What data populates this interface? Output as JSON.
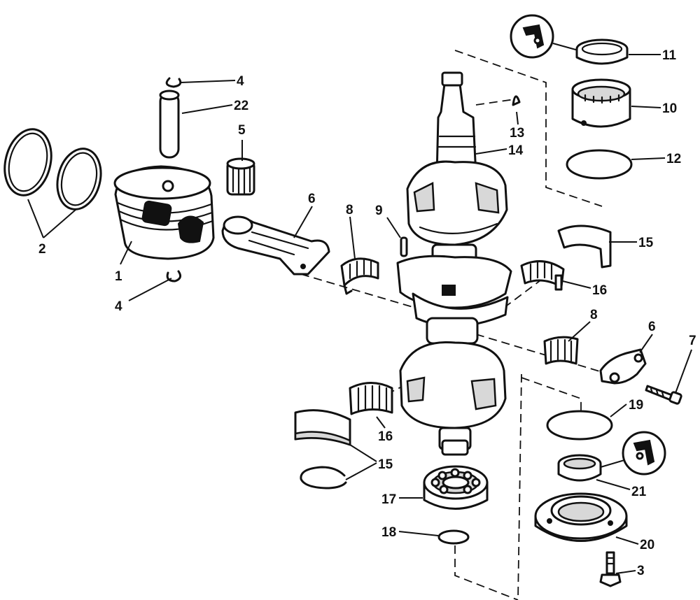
{
  "diagram": {
    "type": "exploded-parts-diagram",
    "callout_numbers": [
      "1",
      "2",
      "3",
      "4",
      "4",
      "5",
      "6",
      "6",
      "7",
      "8",
      "8",
      "9",
      "10",
      "11",
      "12",
      "13",
      "14",
      "15",
      "15",
      "16",
      "16",
      "17",
      "18",
      "19",
      "20",
      "21",
      "22"
    ]
  },
  "callouts": {
    "c1": "1",
    "c2": "2",
    "c3": "3",
    "c4a": "4",
    "c4b": "4",
    "c5": "5",
    "c6a": "6",
    "c6b": "6",
    "c7": "7",
    "c8a": "8",
    "c8b": "8",
    "c9": "9",
    "c10": "10",
    "c11": "11",
    "c12": "12",
    "c13": "13",
    "c14": "14",
    "c15a": "15",
    "c15b": "15",
    "c16a": "16",
    "c16b": "16",
    "c17": "17",
    "c18": "18",
    "c19": "19",
    "c20": "20",
    "c21": "21",
    "c22": "22"
  },
  "colors": {
    "ink": "#111111",
    "paper": "#ffffff"
  },
  "icons": {
    "detail_magnifier_top": "seal-detail-icon",
    "detail_magnifier_bottom": "seal-detail-icon"
  }
}
